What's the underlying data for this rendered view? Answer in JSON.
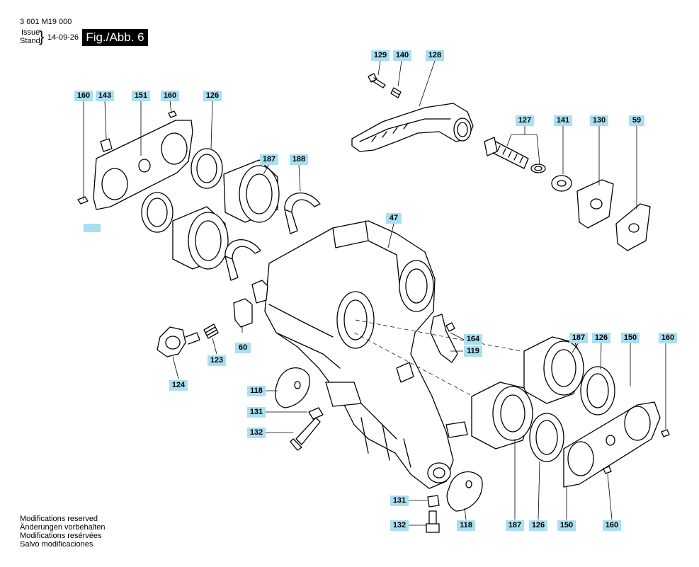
{
  "header": {
    "part_number": "3 601 M19 000",
    "issue_label": "Issue",
    "stand_label": "Stand",
    "date": "14-09-26",
    "figure": "Fig./Abb. 6"
  },
  "footer": {
    "lines": [
      "Modifications reserved",
      "Änderungen vorbehalten",
      "Modifications resérvées",
      "Salvo modificaciones"
    ]
  },
  "callouts": [
    {
      "id": "c129",
      "label": "129"
    },
    {
      "id": "c140",
      "label": "140"
    },
    {
      "id": "c128",
      "label": "128"
    },
    {
      "id": "c160a",
      "label": "160"
    },
    {
      "id": "c143",
      "label": "143"
    },
    {
      "id": "c151",
      "label": "151"
    },
    {
      "id": "c160b",
      "label": "160"
    },
    {
      "id": "c126a",
      "label": "126"
    },
    {
      "id": "c127",
      "label": "127"
    },
    {
      "id": "c141",
      "label": "141"
    },
    {
      "id": "c130",
      "label": "130"
    },
    {
      "id": "c59",
      "label": "59"
    },
    {
      "id": "c187a",
      "label": "187"
    },
    {
      "id": "c188",
      "label": "188"
    },
    {
      "id": "c47",
      "label": "47"
    },
    {
      "id": "c164",
      "label": "164"
    },
    {
      "id": "c119",
      "label": "119"
    },
    {
      "id": "c60",
      "label": "60"
    },
    {
      "id": "c123",
      "label": "123"
    },
    {
      "id": "c124",
      "label": "124"
    },
    {
      "id": "c187b",
      "label": "187"
    },
    {
      "id": "c126b",
      "label": "126"
    },
    {
      "id": "c150a",
      "label": "150"
    },
    {
      "id": "c160c",
      "label": "160"
    },
    {
      "id": "c118a",
      "label": "118"
    },
    {
      "id": "c131a",
      "label": "131"
    },
    {
      "id": "c132a",
      "label": "132"
    },
    {
      "id": "c131b",
      "label": "131"
    },
    {
      "id": "c132b",
      "label": "132"
    },
    {
      "id": "c118b",
      "label": "118"
    },
    {
      "id": "c187c",
      "label": "187"
    },
    {
      "id": "c126c",
      "label": "126"
    },
    {
      "id": "c150b",
      "label": "150"
    },
    {
      "id": "c160d",
      "label": "160"
    }
  ]
}
